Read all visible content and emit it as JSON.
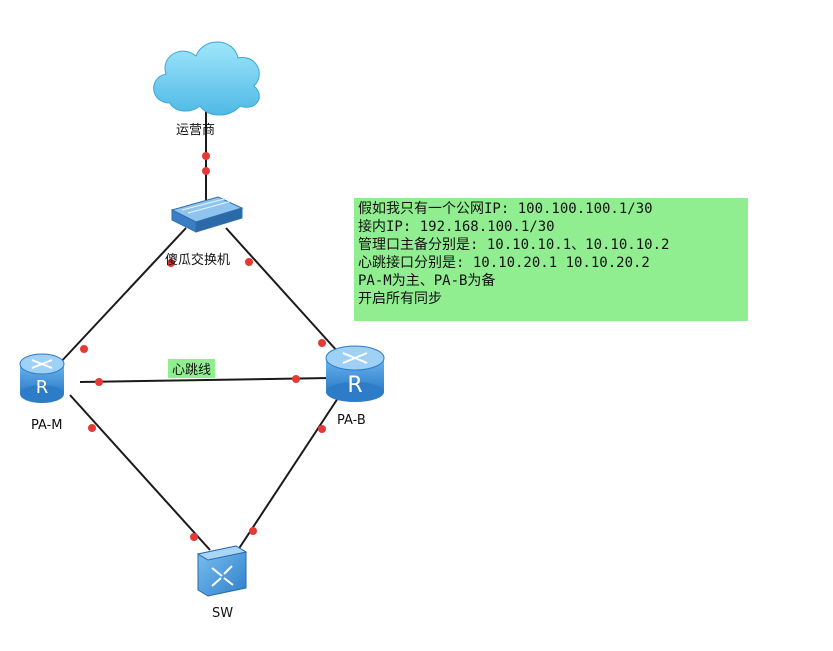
{
  "nodes": {
    "isp": {
      "label": "运营商",
      "icon": "cloud-icon"
    },
    "dumb_switch": {
      "label": "傻瓜交换机",
      "icon": "switch-icon"
    },
    "pa_m": {
      "label": "PA-M",
      "icon": "router-icon"
    },
    "pa_b": {
      "label": "PA-B",
      "icon": "router-icon"
    },
    "sw": {
      "label": "SW",
      "icon": "core-switch-icon"
    }
  },
  "links": {
    "heartbeat_label": "心跳线"
  },
  "note": {
    "lines": [
      "假如我只有一个公网IP: 100.100.100.1/30",
      "接内IP: 192.168.100.1/30",
      "管理口主备分别是: 10.10.10.1、10.10.10.2",
      "心跳接口分别是: 10.10.20.1 10.10.20.2",
      "PA-M为主、PA-B为备",
      "开启所有同步"
    ]
  },
  "colors": {
    "link": "#1a1a1a",
    "port_dot": "#e53935",
    "note_bg": "#90ee90",
    "device_blue": "#3b8fd6",
    "cloud_blue": "#6fd0f2"
  }
}
